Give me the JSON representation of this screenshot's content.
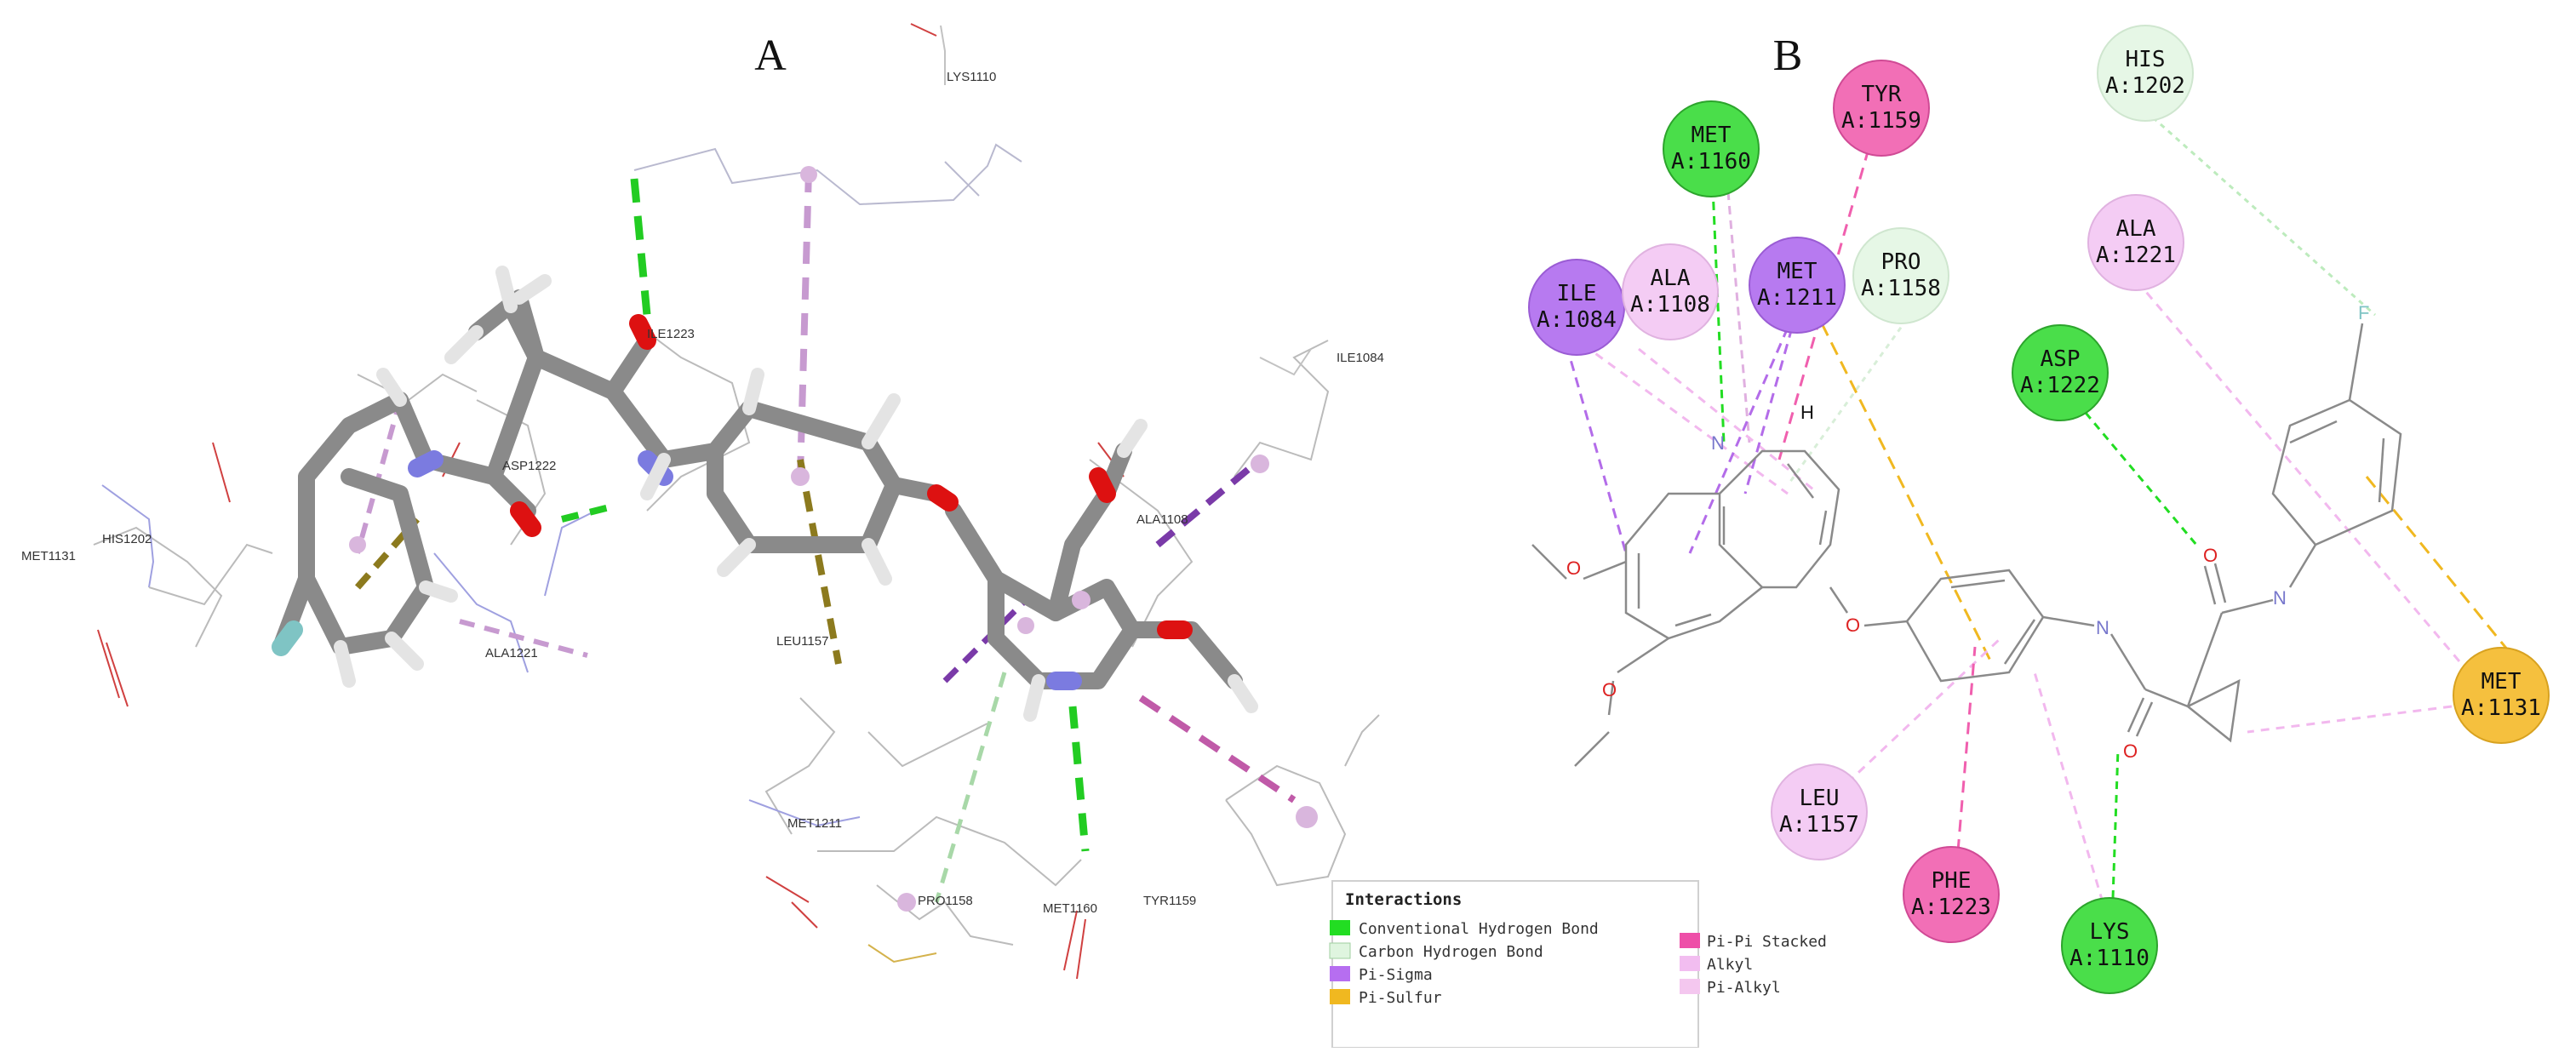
{
  "panels": {
    "a_label": "A",
    "b_label": "B"
  },
  "panel_a": {
    "residues": [
      {
        "name": "LYS1110"
      },
      {
        "name": "ILE1223"
      },
      {
        "name": "ILE1084"
      },
      {
        "name": "ALA1108"
      },
      {
        "name": "ASP1222"
      },
      {
        "name": "HIS1202"
      },
      {
        "name": "MET1131"
      },
      {
        "name": "ALA1221"
      },
      {
        "name": "LEU1157"
      },
      {
        "name": "MET1211"
      },
      {
        "name": "PRO1158"
      },
      {
        "name": "MET1160"
      },
      {
        "name": "TYR1159"
      }
    ]
  },
  "panel_b": {
    "residues": [
      {
        "type": "Conventional Hydrogen Bond",
        "line1": "MET",
        "line2": "A:1160",
        "fill": "#4ade4a"
      },
      {
        "type": "Pi-Pi Stacked",
        "line1": "TYR",
        "line2": "A:1159",
        "fill": "#f26fb6"
      },
      {
        "type": "Carbon Hydrogen Bond",
        "line1": "HIS",
        "line2": "A:1202",
        "fill": "#e6f7e6"
      },
      {
        "type": "Pi-Sigma",
        "line1": "ILE",
        "line2": "A:1084",
        "fill": "#b77af0"
      },
      {
        "type": "Alkyl",
        "line1": "ALA",
        "line2": "A:1108",
        "fill": "#f4ccf4"
      },
      {
        "type": "Pi-Sigma",
        "line1": "MET",
        "line2": "A:1211",
        "fill": "#b77af0"
      },
      {
        "type": "Carbon Hydrogen Bond",
        "line1": "PRO",
        "line2": "A:1158",
        "fill": "#e6f7e6"
      },
      {
        "type": "Alkyl",
        "line1": "ALA",
        "line2": "A:1221",
        "fill": "#f4ccf4"
      },
      {
        "type": "Conventional Hydrogen Bond",
        "line1": "ASP",
        "line2": "A:1222",
        "fill": "#4ade4a"
      },
      {
        "type": "Pi-Sulfur",
        "line1": "MET",
        "line2": "A:1131",
        "fill": "#f5c03e"
      },
      {
        "type": "Alkyl",
        "line1": "LEU",
        "line2": "A:1157",
        "fill": "#f4ccf4"
      },
      {
        "type": "Pi-Pi Stacked",
        "line1": "PHE",
        "line2": "A:1223",
        "fill": "#f26fb6"
      },
      {
        "type": "Conventional Hydrogen Bond",
        "line1": "LYS",
        "line2": "A:1110",
        "fill": "#4ade4a"
      }
    ],
    "atom_labels": {
      "h": "H",
      "n_ring": "N",
      "n_amide1": "N",
      "n_amide2": "N",
      "o_ether": "O",
      "o_methoxy1": "O",
      "o_methoxy2": "O",
      "o_carbonyl1": "O",
      "o_carbonyl2": "O",
      "f": "F"
    }
  },
  "legend": {
    "title": "Interactions",
    "items": [
      {
        "label": "Conventional Hydrogen Bond",
        "color": "#22dd22"
      },
      {
        "label": "Carbon Hydrogen Bond",
        "color": "#dff5df"
      },
      {
        "label": "Pi-Sigma",
        "color": "#b66ef0"
      },
      {
        "label": "Pi-Sulfur",
        "color": "#f0b820"
      },
      {
        "label": "Pi-Pi Stacked",
        "color": "#ee4fa8"
      },
      {
        "label": "Alkyl",
        "color": "#f2bdf0"
      },
      {
        "label": "Pi-Alkyl",
        "color": "#f4c7ef"
      }
    ]
  }
}
